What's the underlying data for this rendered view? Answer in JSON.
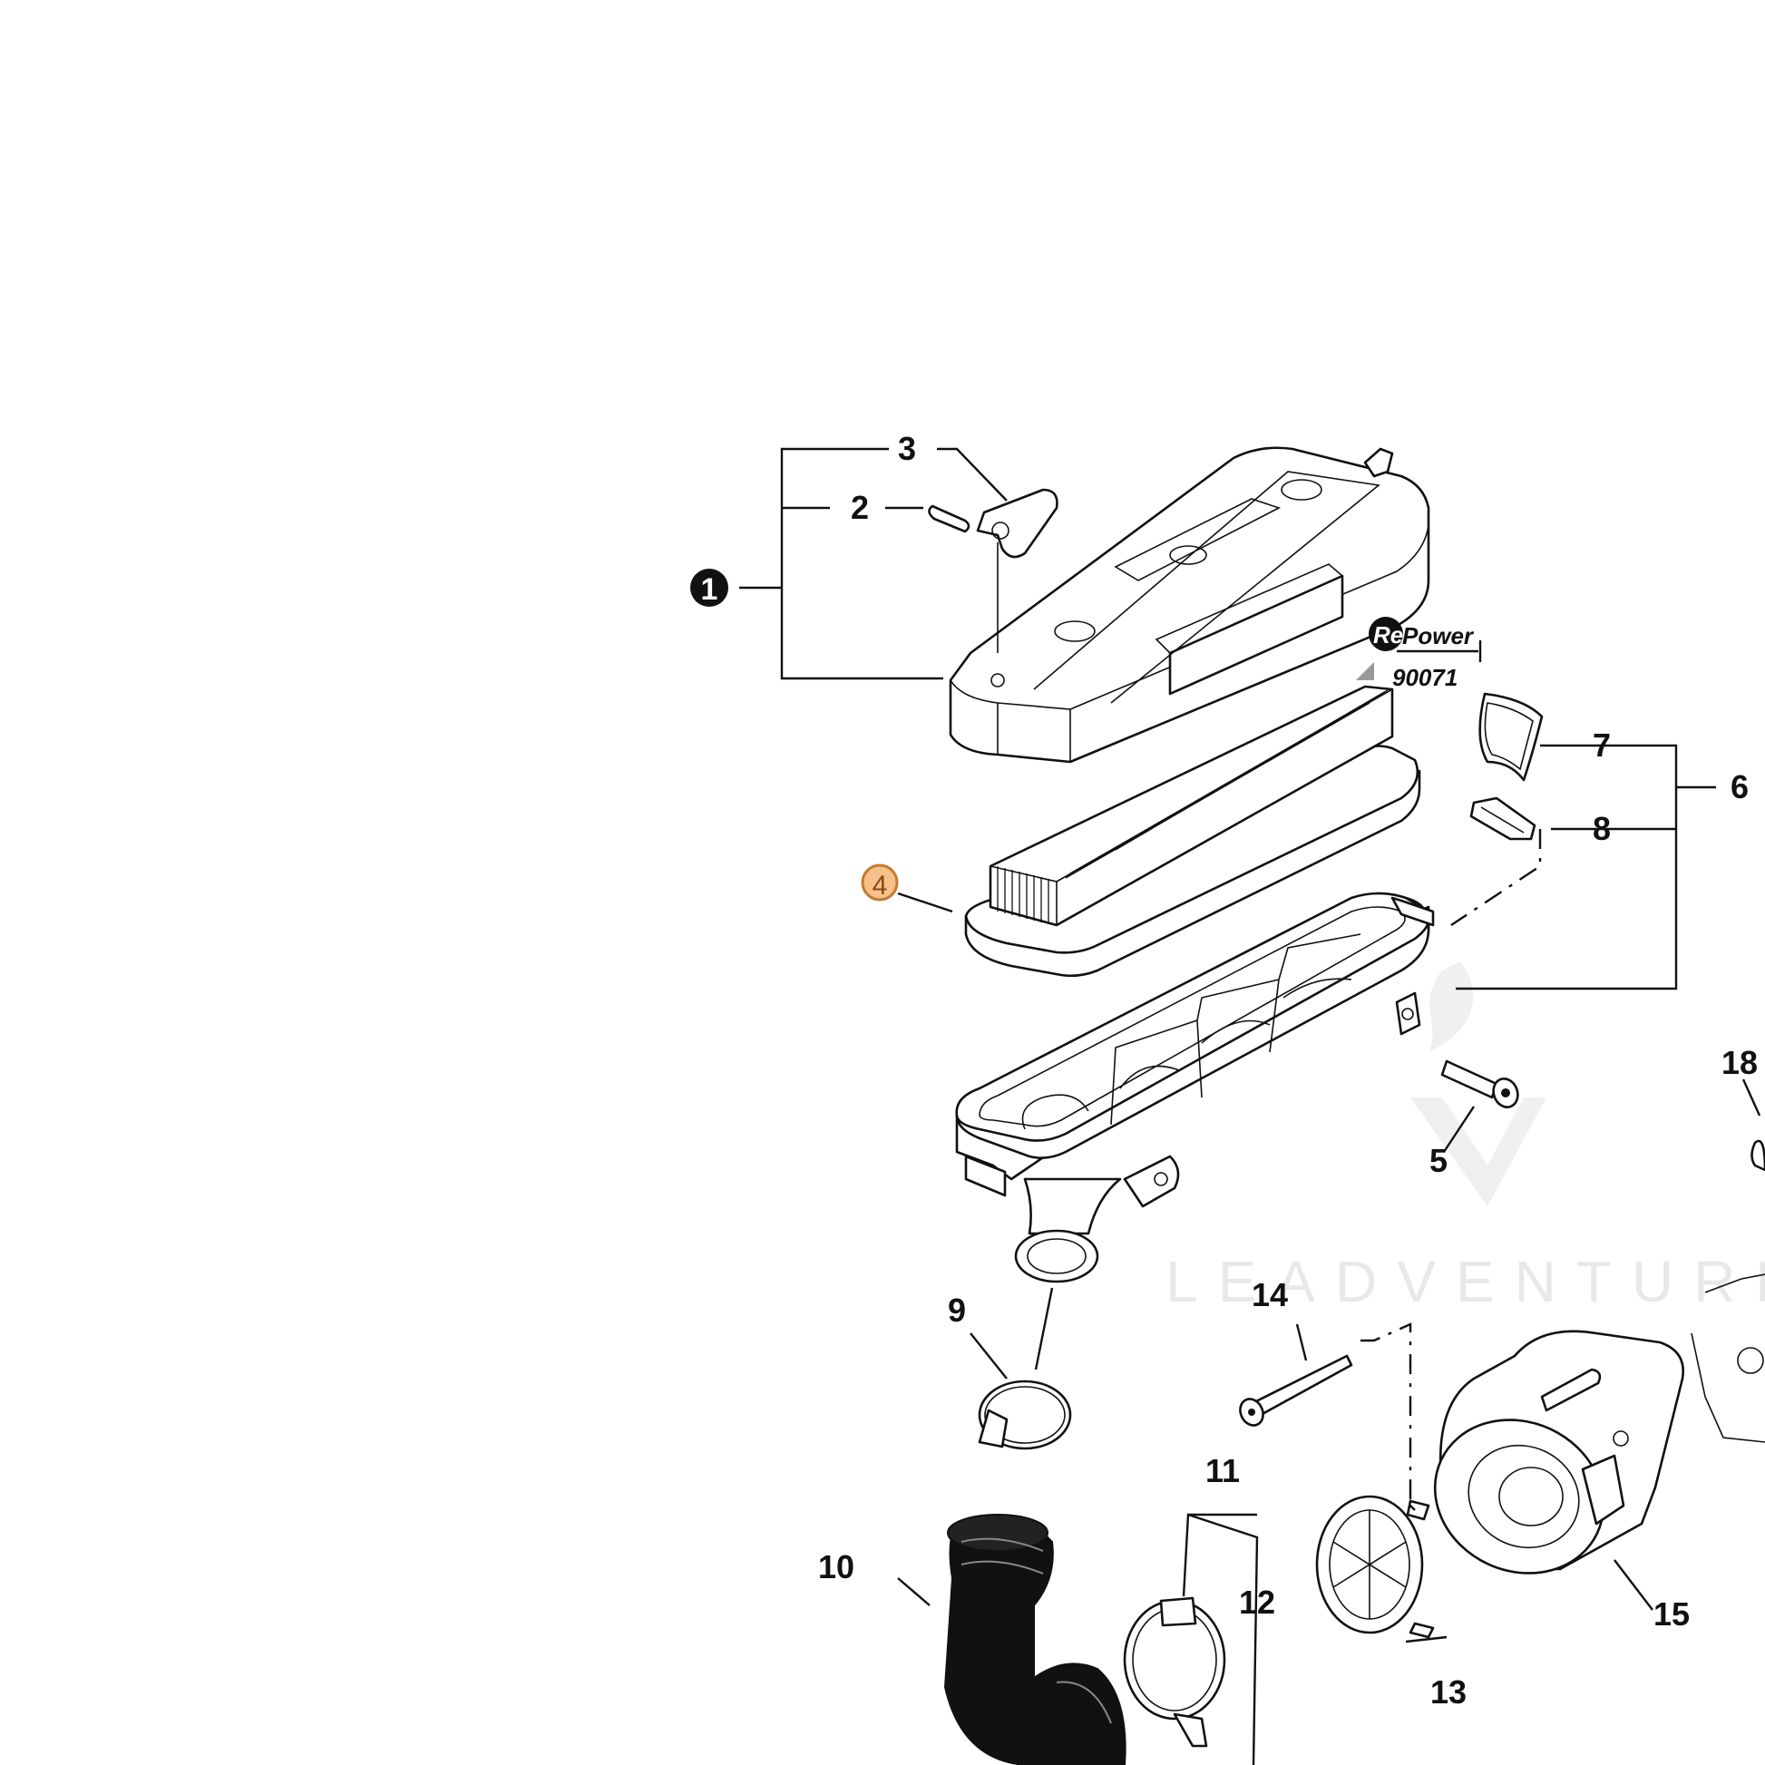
{
  "callouts": {
    "c1": "1",
    "c2": "2",
    "c3": "3",
    "c4": "4",
    "c5": "5",
    "c6": "6",
    "c7": "7",
    "c8": "8",
    "c9": "9",
    "c10": "10",
    "c11": "11",
    "c12": "12",
    "c13": "13",
    "c14": "14",
    "c15": "15",
    "c18": "18"
  },
  "highlight_color": "#f5c08a",
  "highlight_stroke": "#c77a2e",
  "repower": {
    "logo_re": "Re",
    "logo_power": "Power",
    "code": "90071"
  },
  "watermark": {
    "text": "LEADVENTURE"
  }
}
